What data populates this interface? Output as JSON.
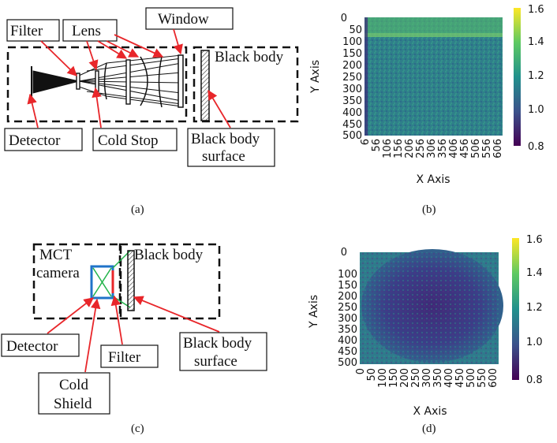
{
  "panel_a": {
    "labels": {
      "filter": "Filter",
      "lens": "Lens",
      "window": "Window",
      "black_body": "Black body",
      "detector": "Detector",
      "cold_stop": "Cold Stop",
      "black_body_surface_1": "Black body",
      "black_body_surface_2": "surface"
    },
    "caption": "(a)"
  },
  "panel_b": {
    "caption": "(b)",
    "xlabel": "X Axis",
    "ylabel": "Y Axis",
    "xticks": [
      "6",
      "56",
      "106",
      "156",
      "206",
      "256",
      "306",
      "356",
      "406",
      "456",
      "506",
      "556",
      "606"
    ],
    "yticks": [
      "0",
      "50",
      "100",
      "150",
      "200",
      "250",
      "300",
      "350",
      "400",
      "450",
      "500"
    ],
    "colorbar": [
      "1.6",
      "1.4",
      "1.2",
      "1.0",
      "0.8"
    ]
  },
  "panel_c": {
    "labels": {
      "mct_1": "MCT",
      "mct_2": "camera",
      "black_body": "Black body",
      "detector": "Detector",
      "filter": "Filter",
      "cold_shield_1": "Cold",
      "cold_shield_2": "Shield",
      "black_body_surface_1": "Black body",
      "black_body_surface_2": "surface"
    },
    "caption": "(c)"
  },
  "panel_d": {
    "caption": "(d)",
    "xlabel": "X Axis",
    "ylabel": "Y Axis",
    "xticks": [
      "0",
      "50",
      "100",
      "150",
      "200",
      "250",
      "300",
      "350",
      "400",
      "450",
      "500",
      "550",
      "600"
    ],
    "yticks": [
      "0",
      "100",
      "150",
      "200",
      "250",
      "300",
      "350",
      "400",
      "450",
      "500"
    ],
    "colorbar": [
      "1.6",
      "1.4",
      "1.2",
      "1.0",
      "0.8"
    ]
  },
  "colors": {
    "arrow": "#e8262a",
    "heat_bg_b": "#2f7f8a",
    "heat_bg_d": "#3a5b8c",
    "green": "#21b34a",
    "blue": "#1f73c9"
  }
}
